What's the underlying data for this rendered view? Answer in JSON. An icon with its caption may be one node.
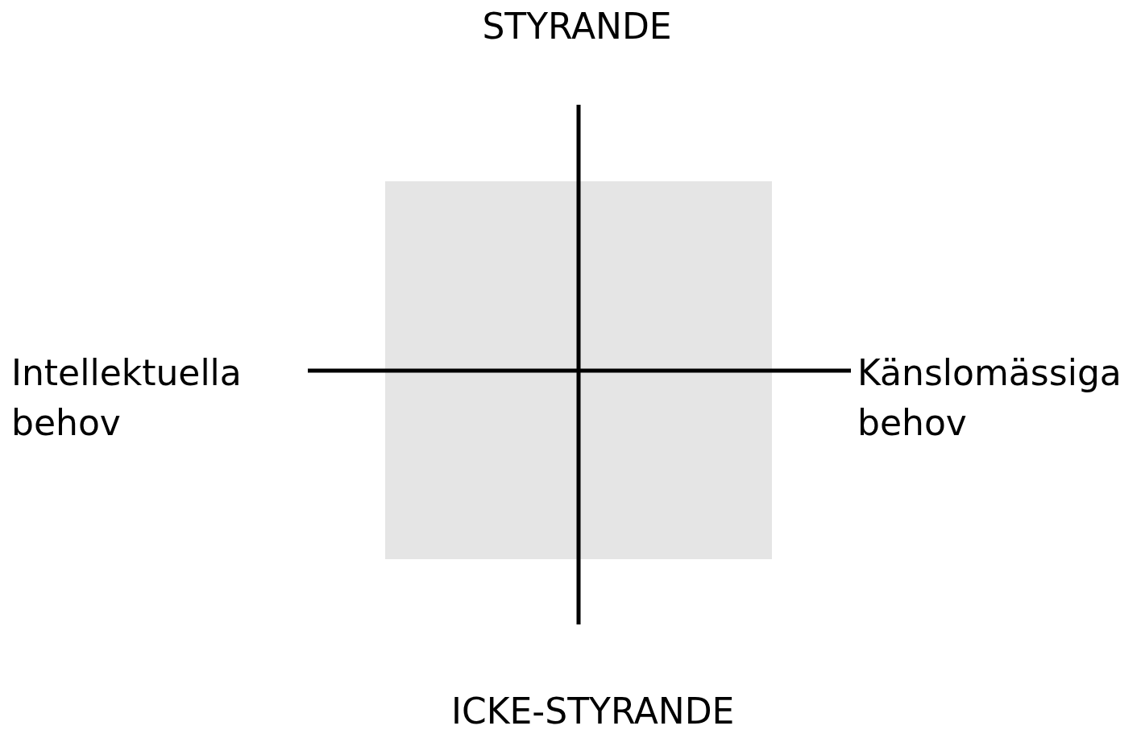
{
  "diagram": {
    "labels": [
      "STYRANDE",
      "Intellektuella behov",
      "Känslomässiga behov",
      "ICKE-STYRANDE"
    ]
  }
}
